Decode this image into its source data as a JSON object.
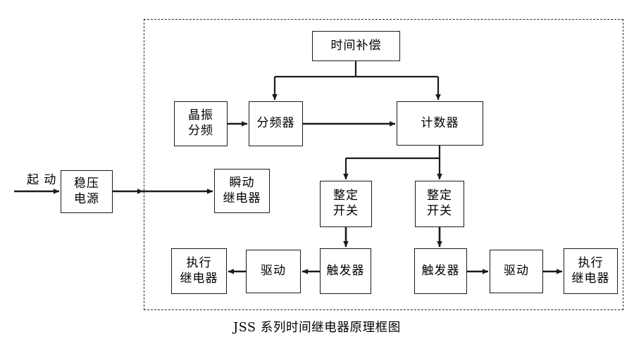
{
  "figure": {
    "caption": "JSS 系列时间继电器原理框图",
    "boundary_label": "dashed-enclosure",
    "colors": {
      "line": "#1a1a1a",
      "dashed_border": "#2b2b2b",
      "background": "#ffffff",
      "text": "#000000"
    }
  },
  "labels": {
    "start": {
      "line1": "起",
      "line2": "动"
    }
  },
  "nodes": {
    "time_compensation": {
      "line1": "时间补偿",
      "line2": ""
    },
    "crystal_divider": {
      "line1": "晶振",
      "line2": "分频"
    },
    "frequency_divider": {
      "line1": "分频器",
      "line2": ""
    },
    "counter": {
      "line1": "计数器",
      "line2": ""
    },
    "regulated_power": {
      "line1": "稳压",
      "line2": "电源"
    },
    "instant_relay": {
      "line1": "瞬动",
      "line2": "继电器"
    },
    "setting_switch_left": {
      "line1": "整定",
      "line2": "开关"
    },
    "setting_switch_right": {
      "line1": "整定",
      "line2": "开关"
    },
    "trigger_left": {
      "line1": "触发器",
      "line2": ""
    },
    "trigger_right": {
      "line1": "触发器",
      "line2": ""
    },
    "driver_left": {
      "line1": "驱动",
      "line2": ""
    },
    "driver_right": {
      "line1": "驱动",
      "line2": ""
    },
    "output_relay_left": {
      "line1": "执行",
      "line2": "继电器"
    },
    "output_relay_right": {
      "line1": "执行",
      "line2": "继电器"
    }
  },
  "connections": [
    {
      "name": "start-to-power",
      "from": "起动",
      "to": "稳压电源"
    },
    {
      "name": "power-to-boundary",
      "from": "稳压电源",
      "to": "dashed-enclosure"
    },
    {
      "name": "power-to-instant-relay",
      "from": "稳压电源",
      "to": "瞬动继电器"
    },
    {
      "name": "compensation-to-divider",
      "from": "时间补偿",
      "to": "分频器"
    },
    {
      "name": "compensation-to-counter",
      "from": "时间补偿",
      "to": "计数器"
    },
    {
      "name": "crystal-to-divider",
      "from": "晶振分频",
      "to": "分频器"
    },
    {
      "name": "divider-to-counter",
      "from": "分频器",
      "to": "计数器"
    },
    {
      "name": "counter-to-setting-left",
      "from": "计数器",
      "to": "整定开关(左)"
    },
    {
      "name": "counter-to-setting-right",
      "from": "计数器",
      "to": "整定开关(右)"
    },
    {
      "name": "setting-left-to-trigger-left",
      "from": "整定开关(左)",
      "to": "触发器(左)"
    },
    {
      "name": "setting-right-to-trigger-right",
      "from": "整定开关(右)",
      "to": "触发器(右)"
    },
    {
      "name": "trigger-left-to-driver-left",
      "from": "触发器(左)",
      "to": "驱动(左)"
    },
    {
      "name": "driver-left-to-relay-left",
      "from": "驱动(左)",
      "to": "执行继电器(左)"
    },
    {
      "name": "trigger-right-to-driver-right",
      "from": "触发器(右)",
      "to": "驱动(右)"
    },
    {
      "name": "driver-right-to-relay-right",
      "from": "驱动(右)",
      "to": "执行继电器(右)"
    }
  ]
}
